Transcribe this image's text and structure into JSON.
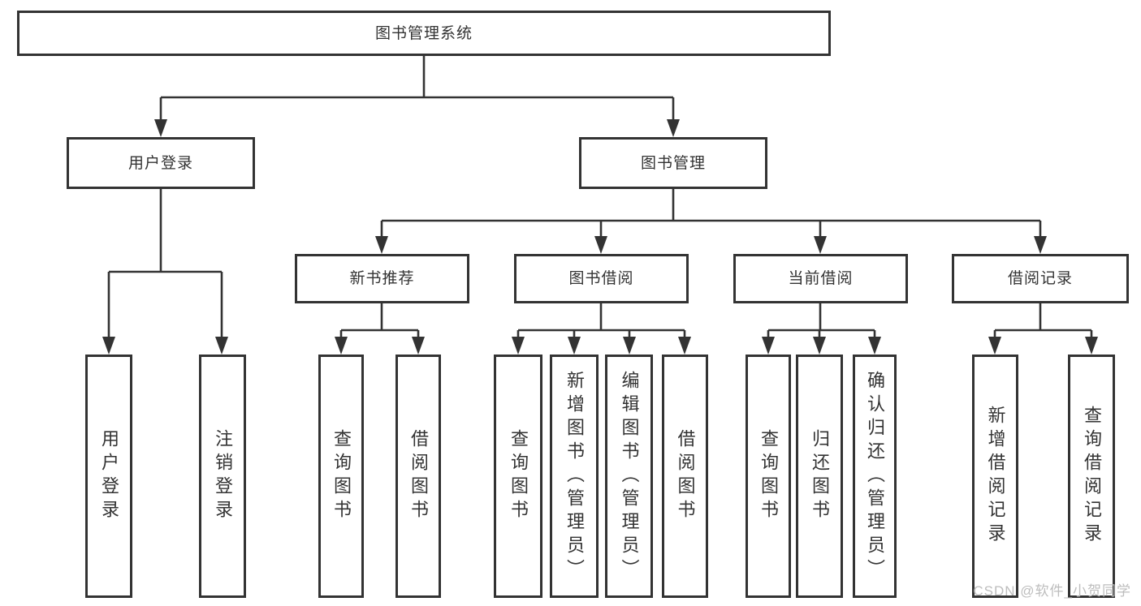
{
  "diagram": {
    "title": "图书管理系统",
    "branches": [
      {
        "label": "用户登录",
        "children": [
          {
            "label": "用户登录"
          },
          {
            "label": "注销登录"
          }
        ]
      },
      {
        "label": "图书管理",
        "children": [
          {
            "label": "新书推荐",
            "children": [
              {
                "label": "查询图书"
              },
              {
                "label": "借阅图书"
              }
            ]
          },
          {
            "label": "图书借阅",
            "children": [
              {
                "label": "查询图书"
              },
              {
                "label": "新增图书（管理员）"
              },
              {
                "label": "编辑图书（管理员）"
              },
              {
                "label": "借阅图书"
              }
            ]
          },
          {
            "label": "当前借阅",
            "children": [
              {
                "label": "查询图书"
              },
              {
                "label": "归还图书"
              },
              {
                "label": "确认归还（管理员）"
              }
            ]
          },
          {
            "label": "借阅记录",
            "children": [
              {
                "label": "新增借阅记录"
              },
              {
                "label": "查询借阅记录"
              }
            ]
          }
        ]
      }
    ]
  },
  "watermark": {
    "text": "CSDN @软件_小贺同学"
  },
  "colors": {
    "line": "#333333",
    "box_border": "#333333",
    "text": "#333333",
    "background": "#ffffff",
    "watermark": "#bdbdbd"
  }
}
